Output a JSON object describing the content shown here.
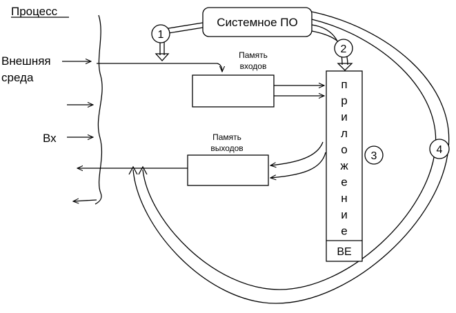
{
  "process_title": "Процесс",
  "external_env": [
    "Внешняя",
    "среда"
  ],
  "input_label": "Вх",
  "system_sw": "Системное ПО",
  "input_memory": [
    "Память",
    "входов"
  ],
  "output_memory": [
    "Память",
    "выходов"
  ],
  "application_letters": [
    "п",
    "р",
    "и",
    "л",
    "о",
    "ж",
    "е",
    "н",
    "и",
    "е"
  ],
  "ve_label": "ВЕ",
  "markers": [
    "1",
    "2",
    "3",
    "4"
  ]
}
